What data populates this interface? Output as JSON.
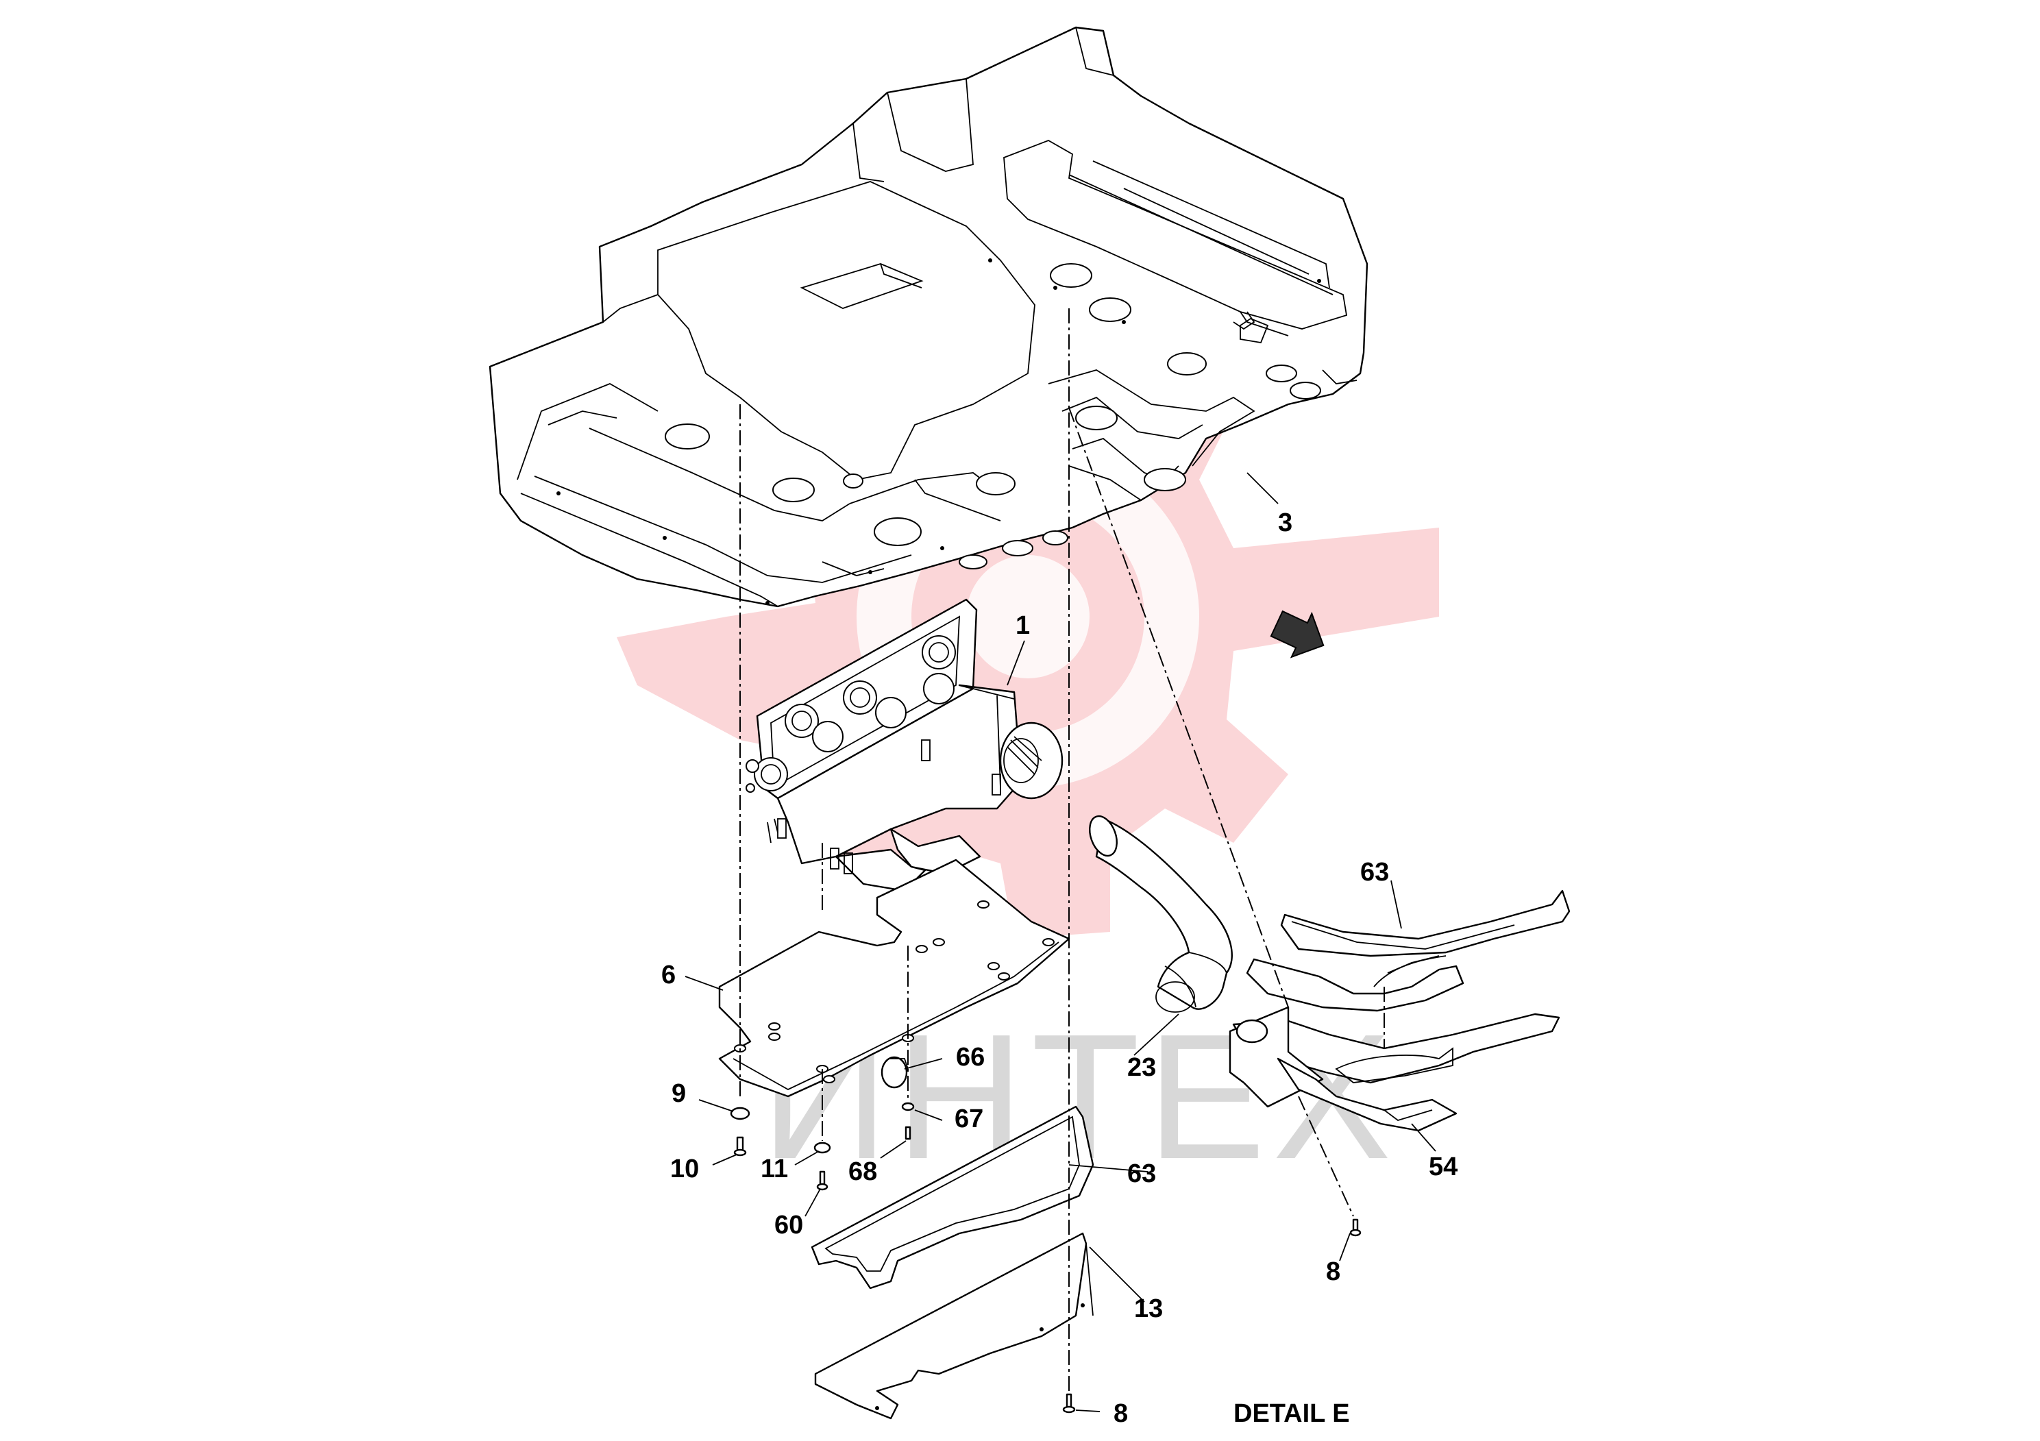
{
  "watermark": {
    "text": "ИНТЕХ",
    "color": "#d8d8d8",
    "logo_color": "#fbd6d8"
  },
  "caption": "DETAIL E",
  "direction_arrow": {
    "icon": "forward-arrow-icon"
  },
  "callouts": {
    "c1": "1",
    "c3": "3",
    "c6": "6",
    "c8a": "8",
    "c8b": "8",
    "c9": "9",
    "c10": "10",
    "c11": "11",
    "c13": "13",
    "c23": "23",
    "c54": "54",
    "c60": "60",
    "c63a": "63",
    "c63b": "63",
    "c66": "66",
    "c67": "67",
    "c68": "68"
  }
}
